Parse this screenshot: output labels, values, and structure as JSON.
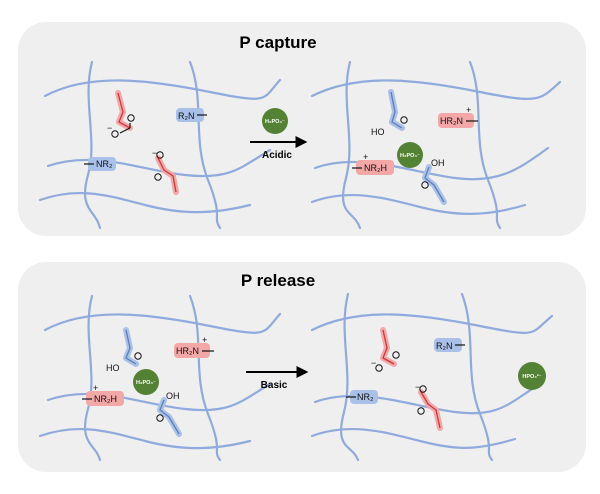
{
  "panels": {
    "capture": {
      "title": "P capture",
      "condition": "Acidic",
      "reactant": "H2PO4-",
      "before": {
        "amine": "R₂N",
        "amine2": "NR₂",
        "carboxylate": "O"
      },
      "after": {
        "ammonium": "HR₂N",
        "ammonium2": "NR₂H",
        "acid": "HO",
        "acid2": "OH",
        "carbonyl": "O",
        "bound_ion": "H2PO4-"
      }
    },
    "release": {
      "title": "P release",
      "condition": "Basic",
      "released": "HPO42-",
      "before": {
        "ammonium": "HR₂N",
        "ammonium2": "NR₂H",
        "acid": "HO",
        "acid2": "OH",
        "carbonyl": "O",
        "bound_ion": "H2PO4-"
      },
      "after": {
        "amine": "R₂N",
        "amine2": "NR₂",
        "carboxylate": "O"
      }
    }
  },
  "colors": {
    "panel_bg": "#efefef",
    "fiber": "#8faadc",
    "red_group": "#f4a7a7",
    "red_stroke": "#e06060",
    "blue_group": "#a9c0e8",
    "blue_stroke": "#6f8fc6",
    "phosphate": "#548235"
  }
}
